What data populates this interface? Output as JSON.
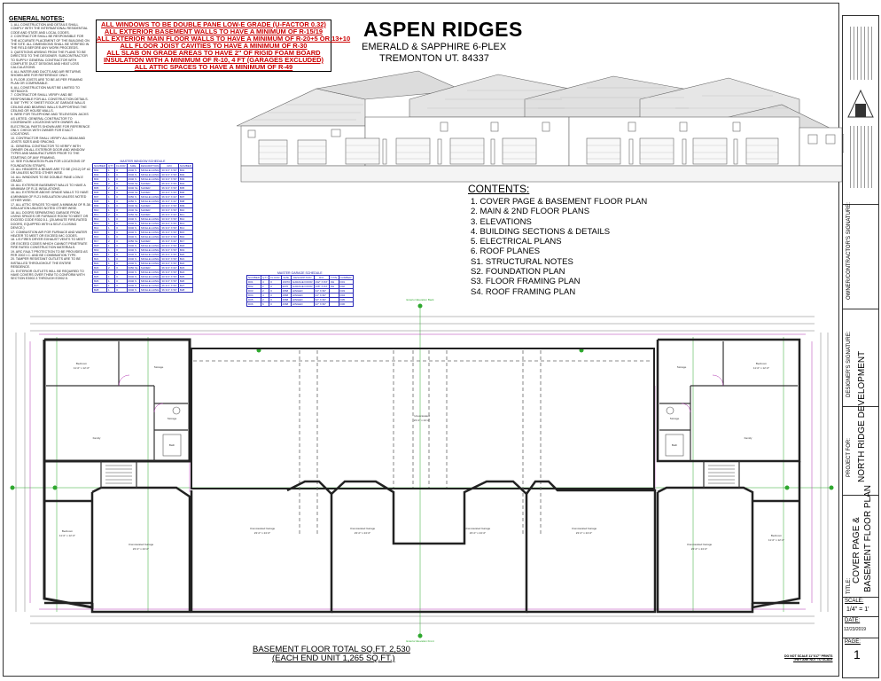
{
  "general_notes": {
    "title": "GENERAL NOTES:",
    "items": [
      "1. ALL CONSTRUCTION AND DETAILS SHALL COMPLY WITH THE INTERNATIONAL RESIDENTIAL CODE AND STATE AND LOCAL CODES.",
      "2. CONTRACTOR SHALL BE RESPONSIBLE FOR THE ACCURATE PLACEMENT OF THE BUILDING ON THE SITE. ALL DIMENSIONS SHALL BE VERIFIED IN THE FIELD BEFORE ANY WORK PROCEEDS.",
      "3. QUESTIONS ARISING FROM THE PLANS TO BE DIRECTED TO THE DESIGNER. SUBCONTRACTOR TO SUPPLY GENERAL CONTRACTOR WITH COMPLETE DUCT DESIGNS AND HEAT LOSS CALCULATIONS.",
      "4. ALL WATER AND DUCTS AND AIR RETURNS SHOWN ARE FOR REFERENCE ONLY.",
      "5. FLOOR JOISTS ARE TO BE AS PER FRAMING PLAN OR COMPARABLE.",
      "6. ALL CONSTRUCTION MUST BE LIMITED TO SETBACKS.",
      "7. CONTRACTOR SHALL VERIFY AND BE RESPONSIBLE FOR ALL CONSTRUCTION DETAILS.",
      "8. 5/8\" TYPE 'X' SHEET ROCK AT GARAGE WALLS CEILING AND BEARING WALLS SUPPORTING THE CEILING OR HOUSE WALLS.",
      "9. WIRE FOR TELEPHONE AND TELEVISION JACKS AS LISTED. GENERAL CONTRACTOR TO COORDINATE LOCATIONS WITH OWNER. ALL ELECTRICAL PARTS SHOWN ARE FOR REFERENCE ONLY. CHECK WITH OWNER FOR EXACT LOCATIONS.",
      "10. CONTRACTOR SHALL VERIFY ALL BEAM AND JOISTS SIZES AND SPACING.",
      "11. GENERAL CONTRACTOR TO VERIFY WITH OWNER ON ALL EXTERIOR DOOR AND WINDOW TYPES AND MANUFACTURER PRIOR TO THE STARTING OF ANY FRAMING.",
      "12. SEE FOUNDATION PLAN FOR LOCATIONS OF FOUNDATION STRAPS.",
      "13. ALL HEADERS & BEAMS ARE TO BE (2X12) DF #2 OR UNLESS NOTED OTHER WISE.",
      "14. ALL WINDOWS TO BE DOUBLE PANE LOW-E GRADE.",
      "15. ALL EXTERIOR BASEMENT WALLS TO HAVE A MINIMUM OF R-11 INSULATIONS.",
      "16. ALL EXTERIOR ABOVE GRADE WALLS TO HAVE A MINIMUM OF R-21 INSULATION UNLESS NOTED OTHER WISE.",
      "17. ALL ATTIC SPACES TO HAVE A MINIMUM OF R-38 INSULATION UNLESS NOTED OTHER WISE.",
      "18. ALL DOORS SEPARATING GARAGE FROM LIVING SPACES OR FURNACE ROOM TO MEET OR EXCEED CODE R302.5.1. (20-MINUTE FIRE-RATED DOORS, EQUIPPED WITH A SELF-CLOSING DEVICE.)",
      "17. COMBUSTION AIR FOR FURNACE AND WATER HEATER TO MEET OR EXCEED IMC CODES.",
      "18. L/S FIRES DRYER EXHAUST VENTS TO MEET OR EXCEED CODES WHICH CANNOT PENETRATE FIRE RATED CONSTRUCTION MATERIALS.",
      "19. ARC FAULT PROTECTION TO BE PROVIDED AS PER 2002 I.C. AND BE COMBINATION TYPE.",
      "20. TAMPER RESISTANT OUTLETS ARE TO BE INSTALLED THROUGHOUT THE ENTIRE RESIDENCE.",
      "21. EXTERIOR OUTLETS WILL BE REQUIRED TO HAVE COVERS OVER THEM TO CONFORM WITH SECTION E3902.3 THROUGH E3902.5."
    ]
  },
  "requirements": [
    "ALL WINDOWS TO BE DOUBLE PANE LOW-E GRADE (U-FACTOR 0.32)",
    "ALL EXTERIOR BASEMENT WALLS TO HAVE A MINIMUM OF R-15/19",
    "ALL EXTERIOR MAIN FLOOR WALLS TO HAVE A MINIMUM OF R-20+5 OR 13+10",
    "ALL FLOOR JOIST CAVITIES TO HAVE A MINIMUM OF R-30",
    "ALL SLAB ON GRADE AREAS TO HAVE 2\" OF RIGID FOAM BOARD",
    "INSULATION WITH A MINIMUM OF R-10, 4 FT (GARAGES EXCLUDED)",
    "ALL ATTIC SPACES TO HAVE A MINIMUM OF R-49"
  ],
  "project": {
    "title": "ASPEN RIDGES",
    "subtitle": "EMERALD & SAPPHIRE 6-PLEX",
    "location": "TREMONTON UT. 84337"
  },
  "contents": {
    "title": "CONTENTS:",
    "items": [
      "1.  COVER PAGE & BASEMENT FLOOR PLAN",
      "2.  MAIN & 2ND FLOOR PLANS",
      "3.  ELEVATIONS",
      "4.  BUILDING SECTIONS & DETAILS",
      "5.  ELECTRICAL PLANS",
      "6.  ROOF PLANES",
      "S1.  STRUCTURAL NOTES",
      "S2.  FOUNDATION PLAN",
      "S3.  FLOOR FRAMING PLAN",
      "S4.  ROOF FRAMING PLAN"
    ]
  },
  "window_schedule": {
    "title": "MASTER WINDOW SCHEDULE",
    "headers": [
      "NUMBER",
      "QTY",
      "FLOOR",
      "SIZE",
      "DESCRIPTION",
      "R/O",
      "NUMBER"
    ],
    "rows": [
      [
        "B01",
        "1",
        "0",
        "2640 S",
        "SINGLE HUNG",
        "30 3/4\" X 50\"",
        "B01"
      ],
      [
        "B02",
        "1",
        "0",
        "2640 S",
        "SINGLE HUNG",
        "30 3/4\" X 50\"",
        "B02"
      ],
      [
        "B03",
        "1",
        "0",
        "2640 S",
        "SINGLE HUNG",
        "30 3/4\" X 50\"",
        "B03"
      ],
      [
        "B04",
        "2",
        "0",
        "3040 SL",
        "SLIDER",
        "36 3/4\" X 50\"",
        "B04"
      ],
      [
        "B05",
        "2",
        "0",
        "3040 SL",
        "SLIDER",
        "36 3/4\" X 50\"",
        "B05"
      ],
      [
        "B06",
        "1",
        "0",
        "2640 SL",
        "SLIDER",
        "30 3/4\" X 50\"",
        "B06"
      ],
      [
        "B07",
        "1",
        "0",
        "3050 S",
        "SINGLE HUNG",
        "36 3/4\" X 62\"",
        "B07"
      ],
      [
        "B08",
        "1",
        "0",
        "3050 S",
        "SINGLE HUNG",
        "36 3/4\" X 62\"",
        "B08"
      ],
      [
        "B09",
        "1",
        "0",
        "2640 SL",
        "SLIDER",
        "30 3/4\" X 50\"",
        "B09"
      ],
      [
        "B10",
        "1",
        "0",
        "2640 SL",
        "SLIDER",
        "30 3/4\" X 50\"",
        "B10"
      ],
      [
        "B11",
        "2",
        "0",
        "3050 SL",
        "SLIDER",
        "36 3/4\" X 62\"",
        "B11"
      ],
      [
        "B12",
        "1",
        "0",
        "2640 S",
        "SINGLE HUNG",
        "30 3/4\" X 50\"",
        "B12"
      ],
      [
        "B13",
        "1",
        "0",
        "2640 S",
        "SINGLE HUNG",
        "30 3/4\" X 50\"",
        "B13"
      ],
      [
        "B14",
        "1",
        "0",
        "3040 S",
        "SINGLE HUNG",
        "36 3/4\" X 50\"",
        "B14"
      ],
      [
        "B15",
        "1",
        "0",
        "3040 S",
        "SINGLE HUNG",
        "36 3/4\" X 50\"",
        "B15"
      ],
      [
        "B16",
        "1",
        "0",
        "2640 S",
        "SINGLE HUNG",
        "30 3/4\" X 50\"",
        "B16"
      ],
      [
        "B17",
        "2",
        "0",
        "3050 SL",
        "SLIDER",
        "36 3/4\" X 62\"",
        "B17"
      ],
      [
        "B18",
        "1",
        "0",
        "2640 S",
        "SINGLE HUNG",
        "30 3/4\" X 50\"",
        "B18"
      ],
      [
        "B19",
        "1",
        "0",
        "3040 S",
        "SINGLE HUNG",
        "36 3/4\" X 50\"",
        "B19"
      ],
      [
        "B20",
        "1",
        "0",
        "3040 S",
        "SINGLE HUNG",
        "36 3/4\" X 50\"",
        "B20"
      ],
      [
        "B21",
        "1",
        "0",
        "2640 S",
        "SINGLE HUNG",
        "30 3/4\" X 50\"",
        "B21"
      ],
      [
        "B22",
        "1",
        "0",
        "2640 S",
        "SINGLE HUNG",
        "30 3/4\" X 50\"",
        "B22"
      ],
      [
        "B23",
        "2",
        "0",
        "3050 SL",
        "SLIDER",
        "36 3/4\" X 62\"",
        "B23"
      ],
      [
        "B24",
        "1",
        "0",
        "3040 S",
        "SINGLE HUNG",
        "36 3/4\" X 50\"",
        "B24"
      ],
      [
        "B25",
        "1",
        "0",
        "2640 S",
        "SINGLE HUNG",
        "30 3/4\" X 50\"",
        "B25"
      ],
      [
        "B26",
        "1",
        "0",
        "2640 S",
        "SINGLE HUNG",
        "30 3/4\" X 50\"",
        "B26"
      ],
      [
        "B27",
        "1",
        "0",
        "3040 S",
        "SINGLE HUNG",
        "36 3/4\" X 50\"",
        "B27"
      ],
      [
        "B28",
        "1",
        "0",
        "3040 S",
        "SINGLE HUNG",
        "36 3/4\" X 50\"",
        "B28"
      ]
    ]
  },
  "door_schedule": {
    "title": "MASTER GARAGE SCHEDULE",
    "headers": [
      "NUMBER",
      "QTY",
      "FLOOR",
      "SIZE",
      "DESCRIPTION",
      "R/O",
      "TYPE",
      "NUMBER"
    ],
    "rows": [
      [
        "D01",
        "4",
        "0",
        "16070",
        "GARAGE DOOR",
        "192\" X 84\"",
        "OH",
        "D01"
      ],
      [
        "D02",
        "2",
        "0",
        "9070",
        "GARAGE DOOR",
        "108\" X 84\"",
        "OH",
        "D02"
      ],
      [
        "D03",
        "2",
        "0",
        "2868",
        "HINGED",
        "34\" X 82\"",
        "",
        "D03"
      ],
      [
        "D04",
        "4",
        "0",
        "2868",
        "HINGED",
        "34\" X 82\"",
        "",
        "D04"
      ],
      [
        "D05",
        "2",
        "0",
        "2668",
        "HINGED",
        "32\" X 82\"",
        "",
        "D05"
      ],
      [
        "D06",
        "6",
        "0",
        "2668",
        "HINGED",
        "32\" X 82\"",
        "",
        "D06"
      ]
    ]
  },
  "plan": {
    "rooms": {
      "bedroom": "Bedroom",
      "family": "Family",
      "storage": "Storage",
      "bath": "Bath",
      "unexcavated_garage": "Unexcavated Garage",
      "unexcavated": "Unexcavated",
      "unexcavated_room_size": "23'-0\" x 24'-0\"",
      "bedroom_size": "11'-0\" x 12'-0\""
    },
    "north_note": "Exterior Elevation Back",
    "front_note": "Exterior Elevation Front"
  },
  "area": {
    "total": "BASEMENT FLOOR TOTAL SQ.FT. 2,530",
    "each_end": "(EACH END UNIT 1,265 SQ.FT.)"
  },
  "scale_note": [
    "DO NOT SCALE 11\"X17\" PRINTS",
    "THEY ARE NOT TO SCALE"
  ],
  "title_block": {
    "owner_signature": "OWNER/CONTRACTOR'S SIGNATURE:",
    "designer_signature": "DESIGNER'S SIGNATURE:",
    "project_label": "PROJECT FOR:",
    "project_name": "NORTH RIDGE DEVELOPMENT",
    "title_label": "TITLE:",
    "sheet_title_1": "COVER PAGE &",
    "sheet_title_2": "BASEMENT FLOOR PLAN",
    "scale_label": "SCALE:",
    "scale_value": "1/4\" = 1'",
    "date_label": "DATE:",
    "date_value": "12/23/2019",
    "page_label": "PAGE:",
    "page_value": "1"
  },
  "colors": {
    "schedule_blue": "#1a1aa8",
    "grid_green": "#2fa82f",
    "dimension_magenta": "#b030b0",
    "requirement_red": "#cc0000"
  }
}
